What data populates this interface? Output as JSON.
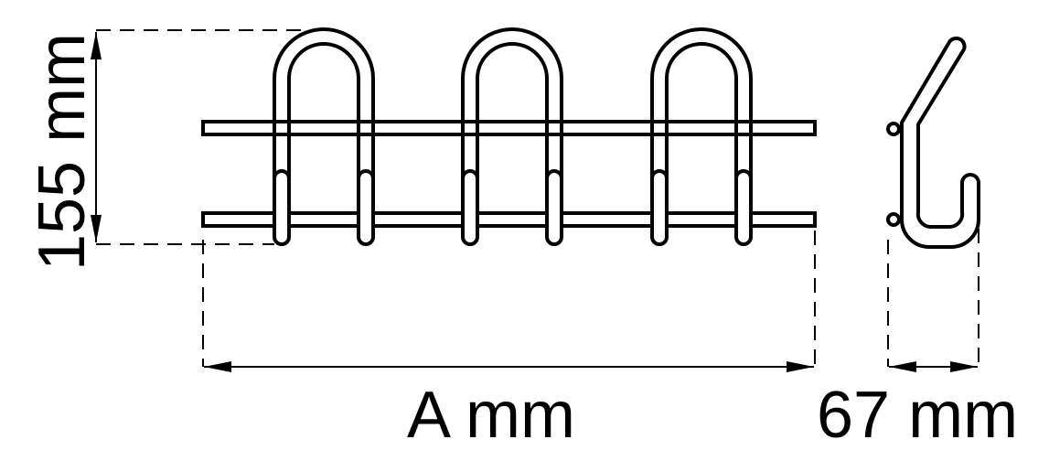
{
  "diagram": {
    "type": "technical-drawing",
    "subject": "wall coat rack with 3 double hooks",
    "stroke_color": "#000000",
    "background_color": "#ffffff",
    "dimensions": {
      "height_label": "155 mm",
      "width_label": "A mm",
      "depth_label": "67 mm"
    },
    "views": [
      {
        "name": "front-view",
        "hooks": 3,
        "rails": 2
      },
      {
        "name": "side-view",
        "hooks": 1
      }
    ]
  }
}
